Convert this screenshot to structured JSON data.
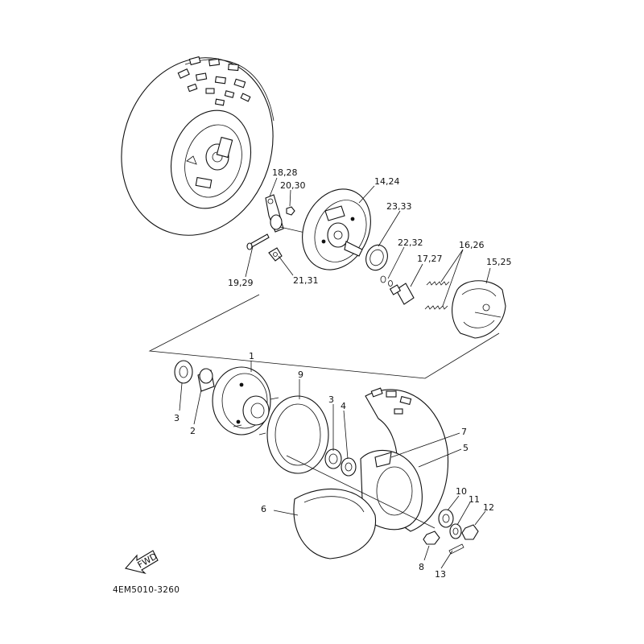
{
  "diagram_code": "4EM5010-3260",
  "fwd_label": "FWD",
  "callouts": {
    "p18_28": "18,28",
    "p20_30": "20,30",
    "p14_24": "14,24",
    "p23_33": "23,33",
    "p22_32": "22,32",
    "p17_27": "17,27",
    "p16_26": "16,26",
    "p15_25": "15,25",
    "p19_29": "19,29",
    "p21_31": "21,31",
    "p1": "1",
    "p9": "9",
    "p3a": "3",
    "p2": "2",
    "p3b": "3",
    "p4": "4",
    "p7": "7",
    "p5": "5",
    "p6": "6",
    "p10": "10",
    "p11": "11",
    "p12": "12",
    "p8": "8",
    "p13": "13"
  }
}
